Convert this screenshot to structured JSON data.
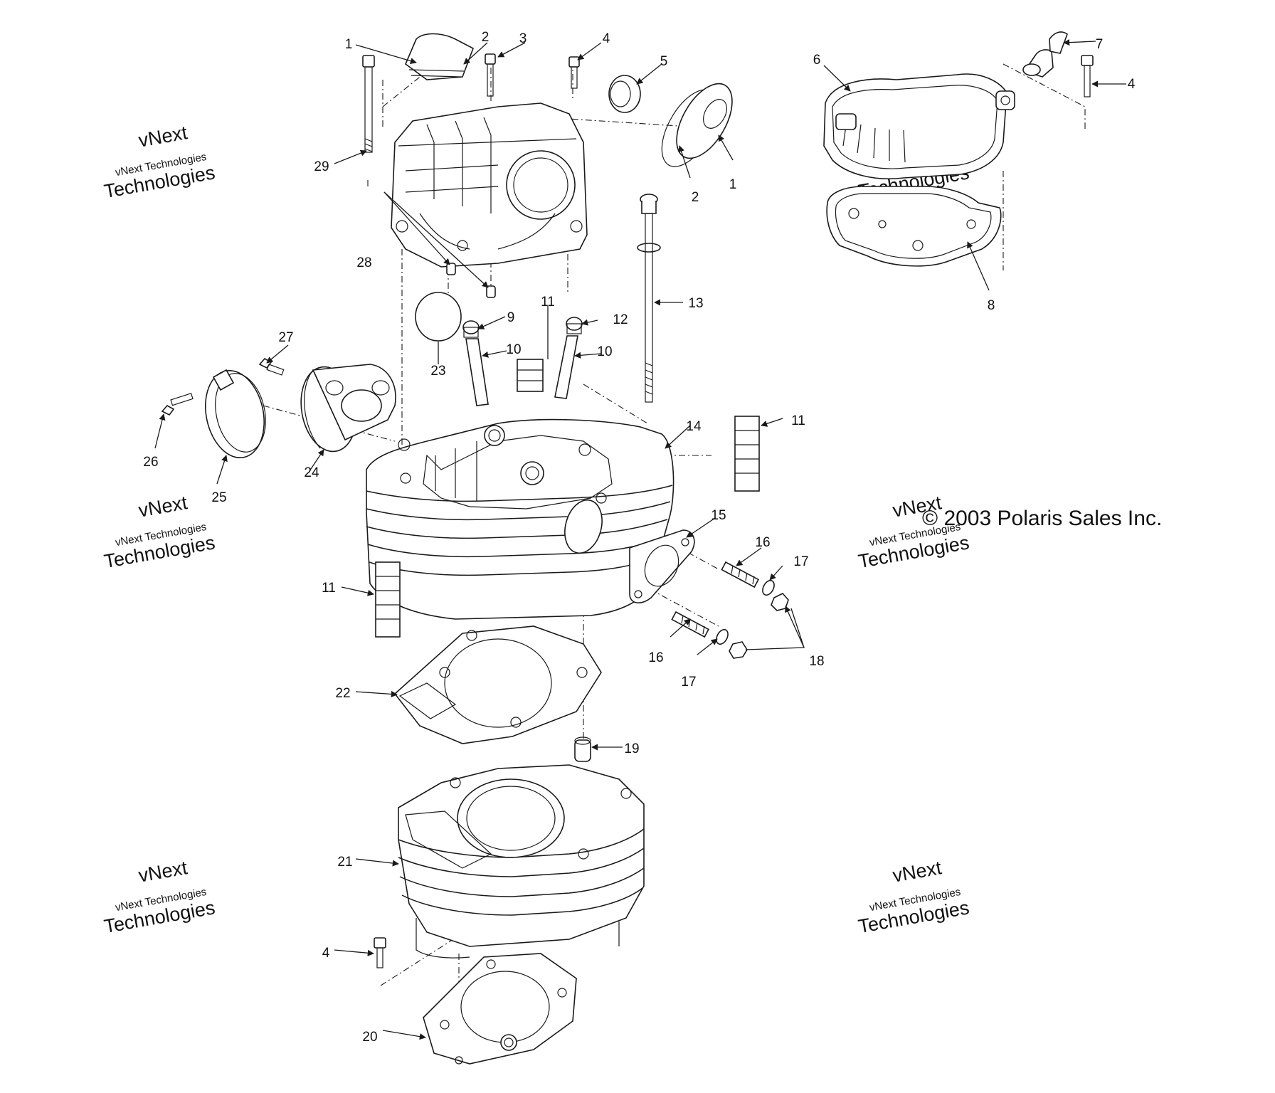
{
  "copyright": "© 2003 Polaris Sales Inc.",
  "watermark": {
    "line1": "vNext",
    "line2": "vNext Technologies",
    "line3": "Technologies"
  },
  "callouts": [
    "1",
    "2",
    "3",
    "4",
    "5",
    "1",
    "2",
    "29",
    "6",
    "7",
    "4",
    "8",
    "28",
    "23",
    "9",
    "11",
    "12",
    "10",
    "10",
    "13",
    "27",
    "26",
    "25",
    "24",
    "14",
    "11",
    "15",
    "16",
    "17",
    "11",
    "16",
    "17",
    "18",
    "22",
    "19",
    "21",
    "4",
    "20"
  ]
}
